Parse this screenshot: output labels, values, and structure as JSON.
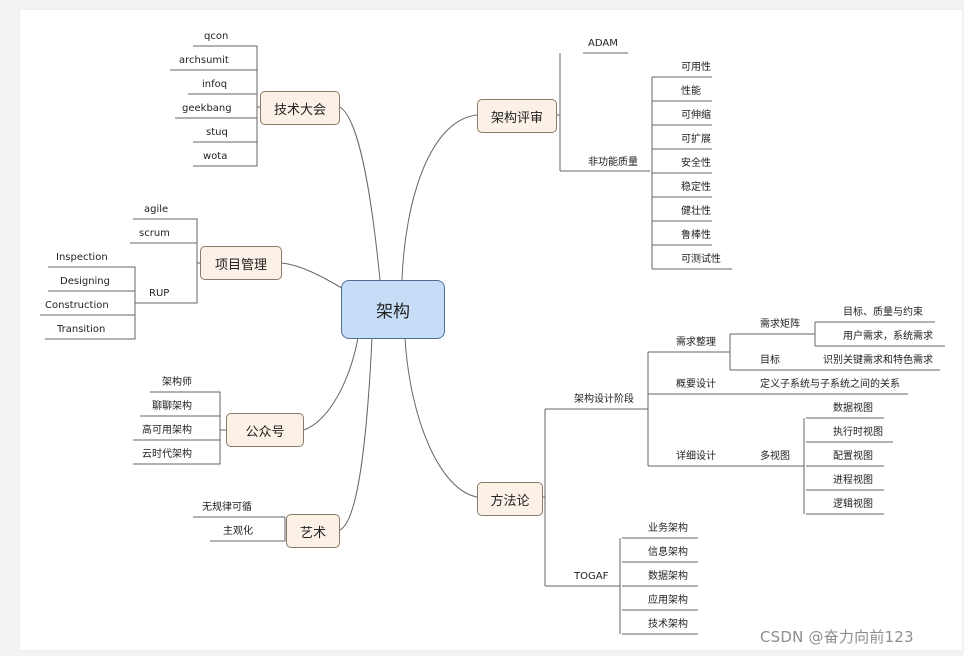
{
  "center": "架构",
  "watermark": "CSDN @奋力向前123",
  "branches": {
    "conference": {
      "label": "技术大会",
      "items": [
        "qcon",
        "archsumit",
        "infoq",
        "geekbang",
        "stuq",
        "wota"
      ]
    },
    "pm": {
      "label": "项目管理",
      "agile": "agile",
      "scrum": "scrum",
      "rup": "RUP",
      "rup_items": [
        "Inspection",
        "Designing",
        "Construction",
        "Transition"
      ]
    },
    "wechat": {
      "label": "公众号",
      "items": [
        "架构师",
        "聊聊架构",
        "高可用架构",
        "云时代架构"
      ]
    },
    "art": {
      "label": "艺术",
      "items": [
        "无规律可循",
        "主观化"
      ]
    },
    "review": {
      "label": "架构评审",
      "adam": "ADAM",
      "nfq": "非功能质量",
      "nfq_items": [
        "可用性",
        "性能",
        "可伸缩",
        "可扩展",
        "安全性",
        "稳定性",
        "健壮性",
        "鲁棒性",
        "可测试性"
      ]
    },
    "method": {
      "label": "方法论",
      "design_stage": "架构设计阶段",
      "req": "需求整理",
      "req_matrix": "需求矩阵",
      "req_matrix_items": [
        "目标、质量与约束",
        "用户需求，系统需求"
      ],
      "goal": "目标",
      "goal_item": "识别关键需求和特色需求",
      "overview": "概要设计",
      "overview_item": "定义子系统与子系统之间的关系",
      "detail": "详细设计",
      "multiview": "多视图",
      "views": [
        "数据视图",
        "执行时视图",
        "配置视图",
        "进程视图",
        "逻辑视图"
      ],
      "togaf": "TOGAF",
      "togaf_items": [
        "业务架构",
        "信息架构",
        "数据架构",
        "应用架构",
        "技术架构"
      ]
    }
  }
}
